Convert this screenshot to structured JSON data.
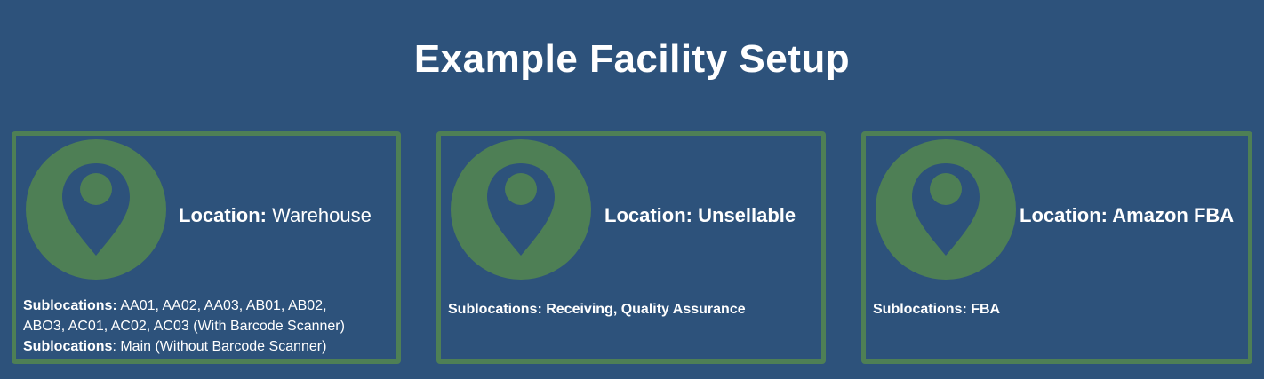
{
  "title": "Example Facility Setup",
  "colors": {
    "background": "#2d527b",
    "accent_green": "#4e7f55",
    "text": "#ffffff"
  },
  "cards": [
    {
      "icon": "location-pin-icon",
      "location_label": "Location:",
      "location_value": " Warehouse",
      "sublocation_lines": [
        {
          "label": "Sublocations:",
          "value": " AA01, AA02, AA03, AB01, AB02,"
        },
        {
          "label": "",
          "value": "ABO3, AC01, AC02, AC03 (With Barcode Scanner)"
        },
        {
          "label": "Sublocations",
          "value": ": Main (Without Barcode Scanner)"
        }
      ]
    },
    {
      "icon": "location-pin-icon",
      "location_label": "Location:",
      "location_value": " Unsellable",
      "sublocation_lines": [
        {
          "label": "Sublocations:",
          "value": " Receiving, Quality Assurance"
        }
      ]
    },
    {
      "icon": "location-pin-icon",
      "location_label": "Location:",
      "location_value": " Amazon FBA",
      "sublocation_lines": [
        {
          "label": "Sublocations:",
          "value": " FBA"
        }
      ]
    }
  ]
}
